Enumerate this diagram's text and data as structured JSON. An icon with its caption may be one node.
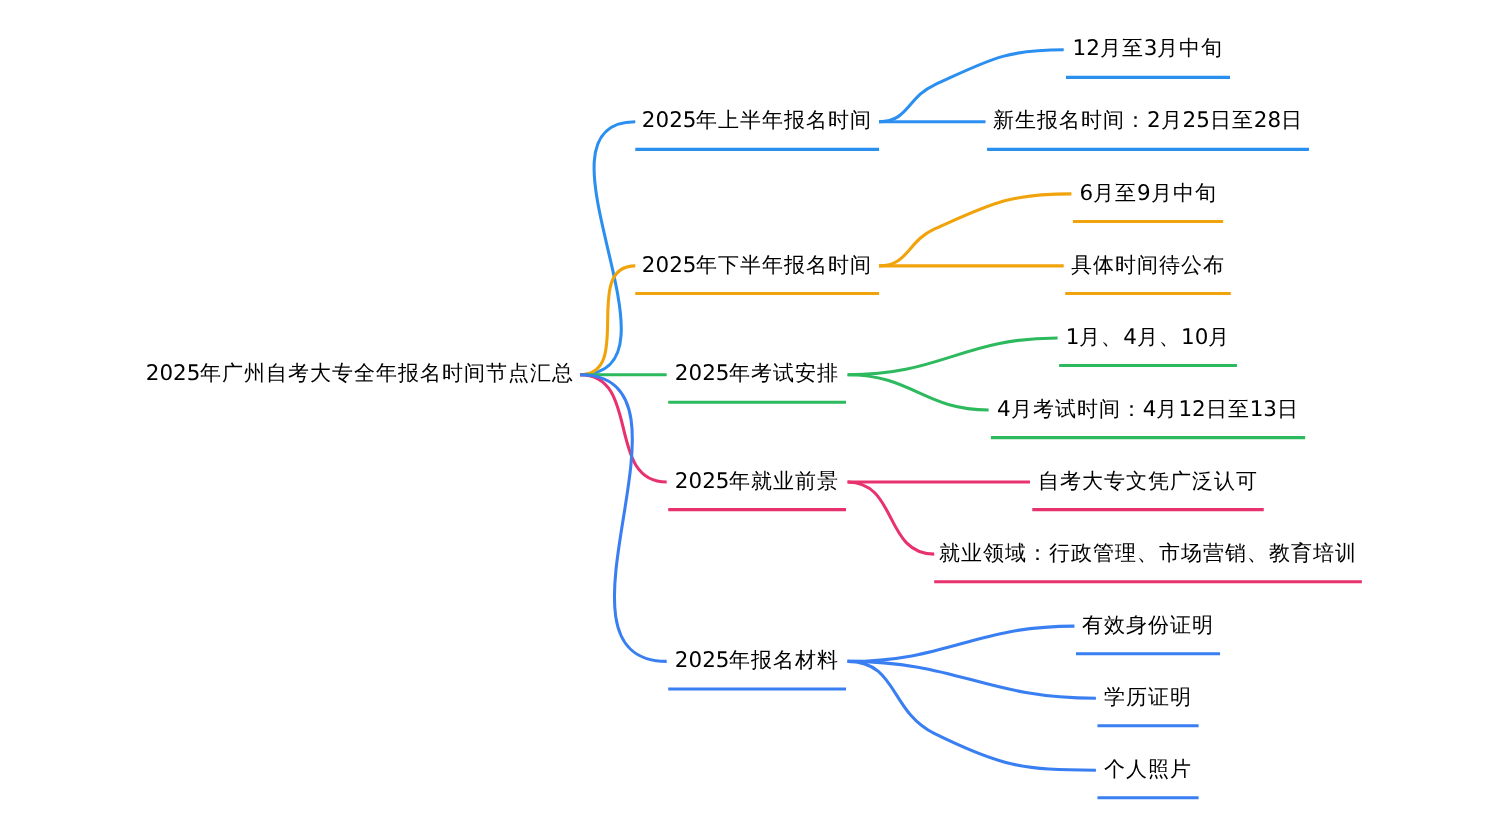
{
  "diagram": {
    "nodes": [
      {
        "text": [
          "2025年广州自考大专全年报名时间节点汇总"
        ]
      },
      {
        "text": [
          "2025年上半年报名时间"
        ]
      },
      {
        "text": [
          "12月至3月中旬"
        ]
      },
      {
        "text": [
          "新生报名时间：2月25日至28日"
        ]
      },
      {
        "text": [
          "2025年下半年报名时间"
        ]
      },
      {
        "text": [
          "6月至9月中旬"
        ]
      },
      {
        "text": [
          "具体时间待公布"
        ]
      },
      {
        "text": [
          "2025年考试安排"
        ]
      },
      {
        "text": [
          "1月、4月、10月"
        ]
      },
      {
        "text": [
          "4月考试时间：4月12日至13日"
        ]
      },
      {
        "text": [
          "2025年就业前景"
        ]
      },
      {
        "text": [
          "自考大专文凭广泛认可"
        ]
      },
      {
        "text": [
          "就业领域：行政管理、市场营销、教育培训"
        ]
      },
      {
        "text": [
          "2025年报名材料"
        ]
      },
      {
        "text": [
          "有效身份证明"
        ]
      },
      {
        "text": [
          "学历证明"
        ]
      },
      {
        "text": [
          "个人照片"
        ]
      }
    ],
    "edges": [
      {
        "from": 0,
        "to": 1,
        "arrow": "none",
        "color": "#2b8ff0"
      },
      {
        "from": 1,
        "to": 2,
        "arrow": "none",
        "color": "#2b8ff0"
      },
      {
        "from": 1,
        "to": 3,
        "arrow": "none",
        "color": "#2b8ff0"
      },
      {
        "from": 0,
        "to": 4,
        "arrow": "none",
        "color": "#f0a30a"
      },
      {
        "from": 4,
        "to": 5,
        "arrow": "none",
        "color": "#f0a30a"
      },
      {
        "from": 4,
        "to": 6,
        "arrow": "none",
        "color": "#f0a30a"
      },
      {
        "from": 0,
        "to": 7,
        "arrow": "none",
        "color": "#2dba5e"
      },
      {
        "from": 7,
        "to": 8,
        "arrow": "none",
        "color": "#2dba5e"
      },
      {
        "from": 7,
        "to": 9,
        "arrow": "none",
        "color": "#2dba5e"
      },
      {
        "from": 0,
        "to": 10,
        "arrow": "none",
        "color": "#e8326e"
      },
      {
        "from": 10,
        "to": 11,
        "arrow": "none",
        "color": "#e8326e"
      },
      {
        "from": 10,
        "to": 12,
        "arrow": "none",
        "color": "#e8326e"
      },
      {
        "from": 0,
        "to": 13,
        "arrow": "none",
        "color": "#3a7ff2"
      },
      {
        "from": 13,
        "to": 14,
        "arrow": "none",
        "color": "#3a7ff2"
      },
      {
        "from": 13,
        "to": 15,
        "arrow": "none",
        "color": "#3a7ff2"
      },
      {
        "from": 13,
        "to": 16,
        "arrow": "none",
        "color": "#3a7ff2"
      }
    ]
  }
}
